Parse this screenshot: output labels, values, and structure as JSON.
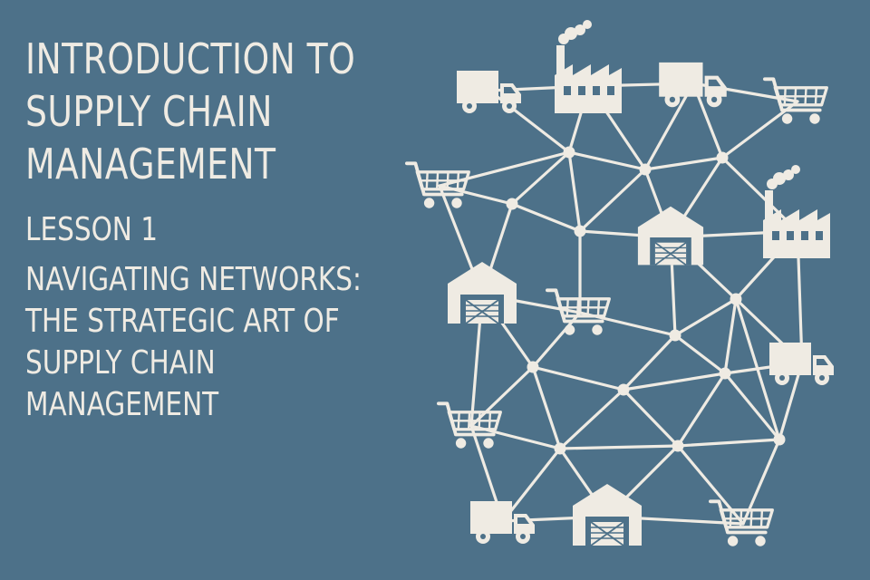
{
  "slide": {
    "title_lines": [
      "INTRODUCTION TO",
      "SUPPLY CHAIN",
      "MANAGEMENT"
    ],
    "lesson": "LESSON 1",
    "subtitle_lines": [
      "NAVIGATING NETWORKS:",
      "THE STRATEGIC ART OF",
      "SUPPLY CHAIN",
      "MANAGEMENT"
    ]
  },
  "colors": {
    "background": "#4d7189",
    "foreground": "#efebe3"
  },
  "network": {
    "icons": [
      {
        "name": "truck-icon"
      },
      {
        "name": "factory-icon"
      },
      {
        "name": "truck-icon"
      },
      {
        "name": "shopping-cart-icon"
      },
      {
        "name": "shopping-cart-icon"
      },
      {
        "name": "warehouse-icon"
      },
      {
        "name": "factory-icon"
      },
      {
        "name": "warehouse-icon"
      },
      {
        "name": "shopping-cart-icon"
      },
      {
        "name": "truck-icon"
      },
      {
        "name": "shopping-cart-icon"
      },
      {
        "name": "truck-icon"
      },
      {
        "name": "warehouse-icon"
      },
      {
        "name": "shopping-cart-icon"
      }
    ]
  }
}
